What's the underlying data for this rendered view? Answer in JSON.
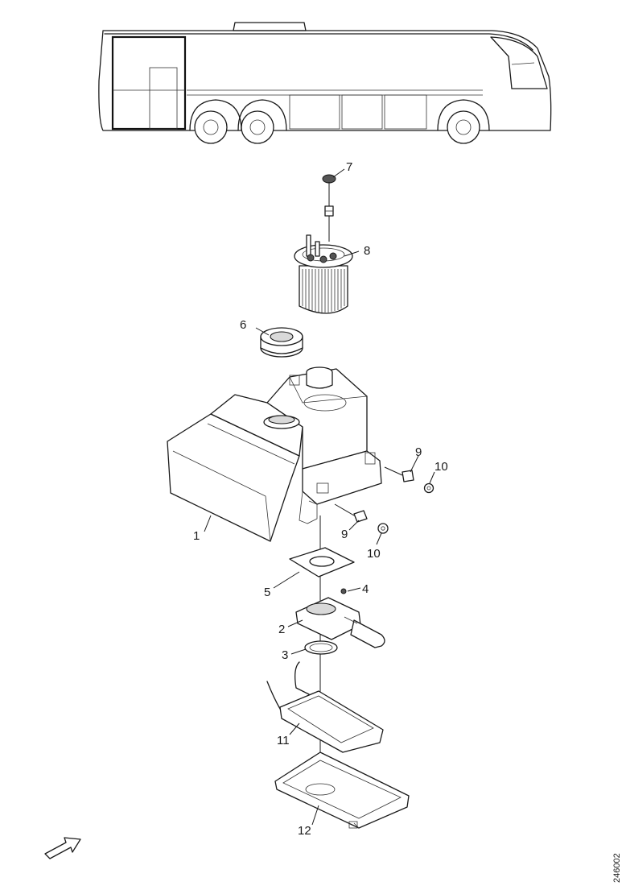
{
  "drawing_number": "246002",
  "callouts": [
    {
      "id": "7"
    },
    {
      "id": "8"
    },
    {
      "id": "6"
    },
    {
      "id": "9"
    },
    {
      "id": "10"
    },
    {
      "id": "1"
    },
    {
      "id": "9"
    },
    {
      "id": "10"
    },
    {
      "id": "5"
    },
    {
      "id": "4"
    },
    {
      "id": "2"
    },
    {
      "id": "3"
    },
    {
      "id": "11"
    },
    {
      "id": "12"
    }
  ]
}
